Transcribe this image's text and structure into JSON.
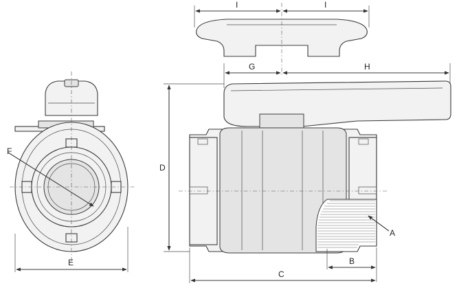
{
  "labels": {
    "A": "A",
    "B": "B",
    "C": "C",
    "D": "D",
    "E": "E",
    "F": "F",
    "G": "G",
    "H": "H",
    "I_left": "I",
    "I_right": "I"
  },
  "colors": {
    "line": "#3a3a3a",
    "body_fill": "#f2f2f2",
    "shade_fill": "#e4e4e4",
    "background": "#ffffff"
  }
}
